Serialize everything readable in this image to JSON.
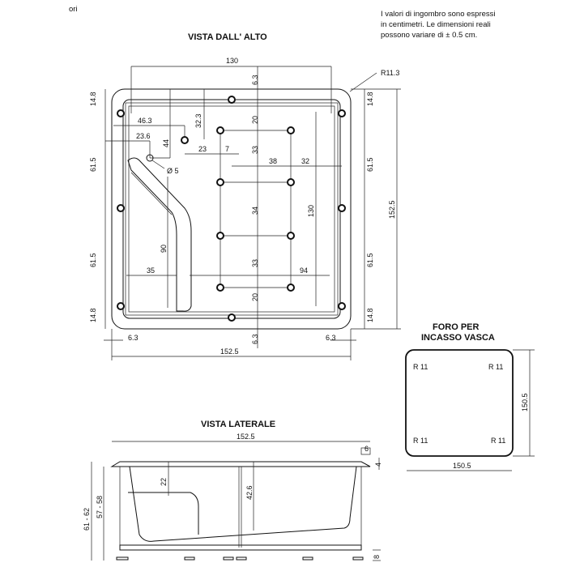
{
  "fragment": "ori",
  "note": [
    "I valori di ingombro sono espressi",
    "in centimetri. Le dimensioni reali",
    "possono variare di ± 0.5 cm."
  ],
  "top_view": {
    "title": "VISTA DALL' ALTO",
    "radius": "R11.3",
    "dims": {
      "width_inner": "130",
      "width_total": "152.5",
      "height_total": "152.5",
      "height_inner": "130",
      "rim_top": "14.8",
      "rim_bottom": "14.8",
      "side_upper": "61.5",
      "side_lower": "61.5",
      "rim_top_r": "14.8",
      "rim_bottom_r": "14.8",
      "side_upper_r": "61.5",
      "side_lower_r": "61.5",
      "offset_top": "6.3",
      "offset_bottom": "6.3",
      "offset_left": "6.3",
      "offset_right": "6.3",
      "d46_3": "46.3",
      "d23_6": "23.6",
      "d44": "44",
      "d32_3": "32.3",
      "d23": "23",
      "d7": "7",
      "d38": "38",
      "d32": "32",
      "d20_top": "20",
      "d33_top": "33",
      "d34": "34",
      "d33_bot": "33",
      "d20_bot": "20",
      "d90": "90",
      "d35": "35",
      "d94": "94",
      "hole_diameter": "Ø 5"
    }
  },
  "cutout": {
    "title_line1": "FORO PER",
    "title_line2": "INCASSO VASCA",
    "radius": "R 11",
    "width": "150.5",
    "height": "150.5"
  },
  "side_view": {
    "title": "VISTA LATERALE",
    "dims": {
      "length": "152.5",
      "rim_w": "6",
      "rim_h": "4",
      "seat_depth": "22",
      "depth": "42.6",
      "total_h": "61 - 62",
      "body_h": "57 - 58",
      "feet_h": "8"
    }
  }
}
